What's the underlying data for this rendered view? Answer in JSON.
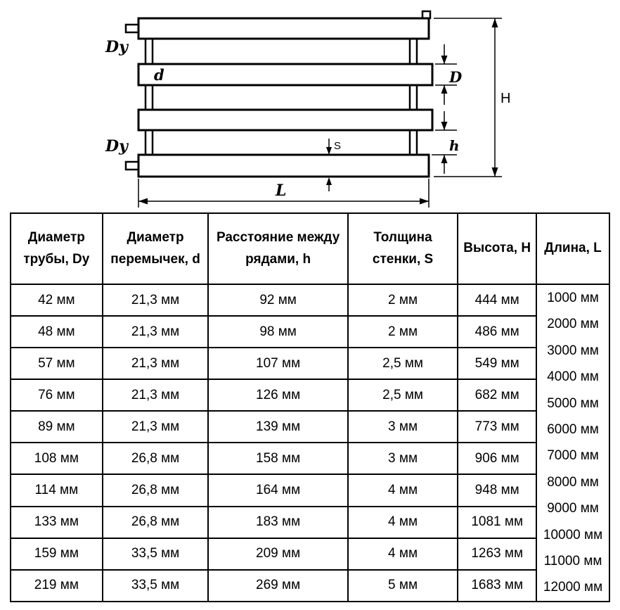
{
  "diagram": {
    "labels": {
      "dy_top": "Dy",
      "d": "d",
      "dy_bottom": "Dy",
      "D": "D",
      "H": "H",
      "h": "h",
      "S": "S",
      "L": "L"
    }
  },
  "table": {
    "headers": [
      "Диаметр трубы, Dy",
      "Диаметр перемычек, d",
      "Расстояние между рядами, h",
      "Толщина стенки, S",
      "Высота, H",
      "Длина, L"
    ],
    "rows": [
      [
        "42 мм",
        "21,3 мм",
        "92 мм",
        "2 мм",
        "444 мм"
      ],
      [
        "48 мм",
        "21,3 мм",
        "98 мм",
        "2 мм",
        "486 мм"
      ],
      [
        "57 мм",
        "21,3 мм",
        "107 мм",
        "2,5 мм",
        "549 мм"
      ],
      [
        "76 мм",
        "21,3 мм",
        "126 мм",
        "2,5 мм",
        "682 мм"
      ],
      [
        "89 мм",
        "21,3 мм",
        "139 мм",
        "3 мм",
        "773 мм"
      ],
      [
        "108 мм",
        "26,8 мм",
        "158 мм",
        "3 мм",
        "906 мм"
      ],
      [
        "114 мм",
        "26,8 мм",
        "164 мм",
        "4 мм",
        "948 мм"
      ],
      [
        "133 мм",
        "26,8 мм",
        "183 мм",
        "4 мм",
        "1081 мм"
      ],
      [
        "159 мм",
        "33,5 мм",
        "209 мм",
        "4 мм",
        "1263 мм"
      ],
      [
        "219 мм",
        "33,5 мм",
        "269 мм",
        "5 мм",
        "1683 мм"
      ]
    ],
    "length_values": [
      "1000 мм",
      "2000 мм",
      "3000 мм",
      "4000 мм",
      "5000 мм",
      "6000 мм",
      "7000 мм",
      "8000 мм",
      "9000 мм",
      "10000 мм",
      "11000 мм",
      "12000 мм"
    ]
  }
}
